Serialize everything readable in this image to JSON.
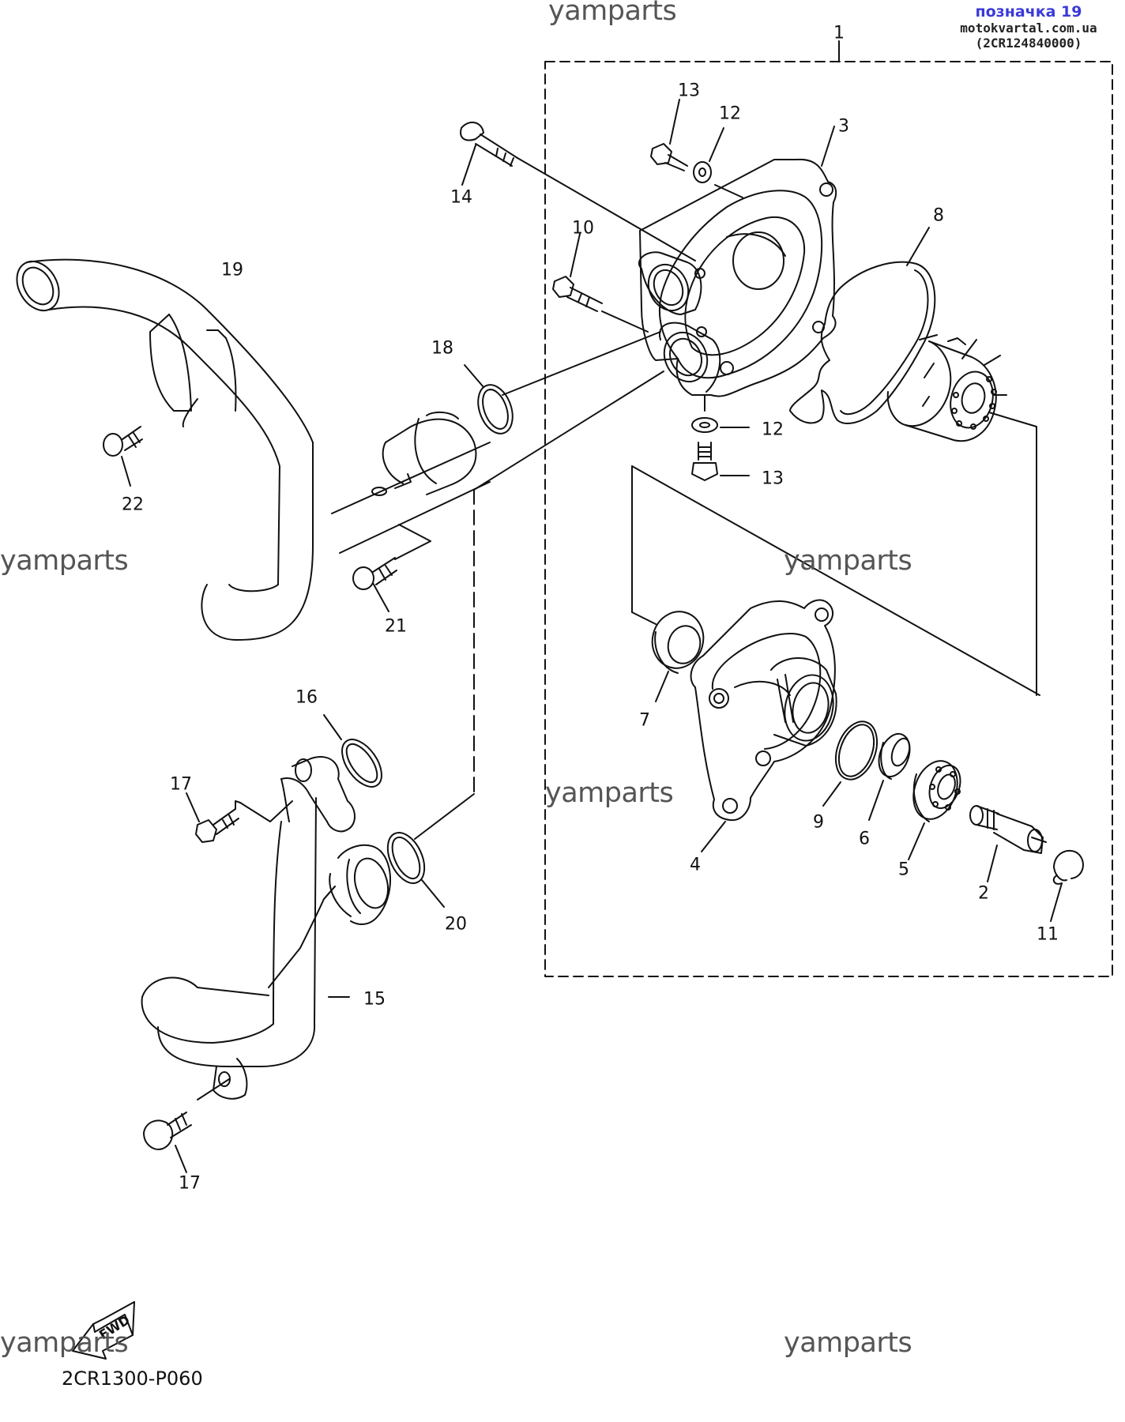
{
  "header": {
    "label": "позначка 19",
    "source": "motokvartal.com.ua (2CR124840000)"
  },
  "watermark": "yamparts",
  "diagram_code": "2CR1300-P060",
  "fwd_label": "FWD",
  "callouts": [
    {
      "id": "c1",
      "text": "1"
    },
    {
      "id": "c2",
      "text": "2"
    },
    {
      "id": "c3",
      "text": "3"
    },
    {
      "id": "c4",
      "text": "4"
    },
    {
      "id": "c5",
      "text": "5"
    },
    {
      "id": "c6",
      "text": "6"
    },
    {
      "id": "c7",
      "text": "7"
    },
    {
      "id": "c8",
      "text": "8"
    },
    {
      "id": "c9",
      "text": "9"
    },
    {
      "id": "c10",
      "text": "10"
    },
    {
      "id": "c11",
      "text": "11"
    },
    {
      "id": "c12a",
      "text": "12"
    },
    {
      "id": "c12b",
      "text": "12"
    },
    {
      "id": "c13a",
      "text": "13"
    },
    {
      "id": "c13b",
      "text": "13"
    },
    {
      "id": "c14",
      "text": "14"
    },
    {
      "id": "c15",
      "text": "15"
    },
    {
      "id": "c16",
      "text": "16"
    },
    {
      "id": "c17a",
      "text": "17"
    },
    {
      "id": "c17b",
      "text": "17"
    },
    {
      "id": "c18",
      "text": "18"
    },
    {
      "id": "c19",
      "text": "19"
    },
    {
      "id": "c20",
      "text": "20"
    },
    {
      "id": "c21",
      "text": "21"
    },
    {
      "id": "c22",
      "text": "22"
    }
  ]
}
